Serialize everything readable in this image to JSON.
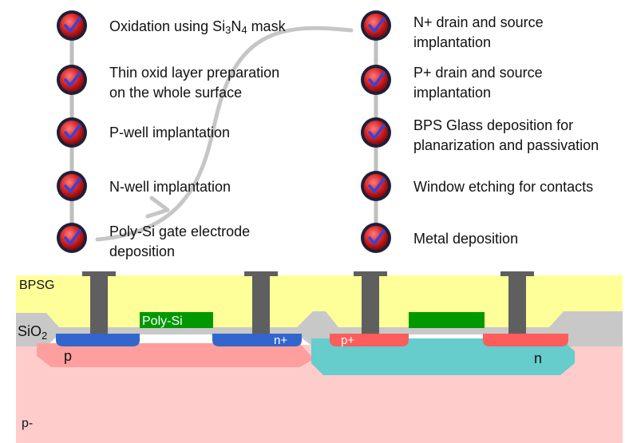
{
  "steps": {
    "left": [
      {
        "parts": [
          {
            "t": "Oxidation using Si"
          },
          {
            "t": "3",
            "sub": true
          },
          {
            "t": "N"
          },
          {
            "t": "4",
            "sub": true
          },
          {
            "t": " mask"
          }
        ]
      },
      {
        "line1": "Thin oxid layer preparation",
        "line2": "on the whole surface"
      },
      {
        "line1": "P-well implantation"
      },
      {
        "line1": "N-well implantation"
      },
      {
        "line1": "Poly-Si gate electrode",
        "line2": "deposition"
      }
    ],
    "right": [
      {
        "line1": "N+ drain and source",
        "line2": "implantation"
      },
      {
        "line1": "P+ drain and source",
        "line2": "implantation"
      },
      {
        "line1": "BPS Glass deposition for",
        "line2": "planarization and passivation"
      },
      {
        "line1": "Window etching for contacts"
      },
      {
        "line1": "Metal deposition"
      }
    ]
  },
  "cross_section": {
    "bpsg": "BPSG",
    "sio2": "SiO",
    "sio2_sub": "2",
    "poly": "Poly-Si",
    "p_well": "p",
    "n_plus": "n+",
    "p_plus": "p+",
    "n_well": "n",
    "substrate": "p-"
  },
  "icons": {
    "check": "checkmark-icon"
  },
  "colors": {
    "bpsg": "#ffff99",
    "sio2": "#c8c8c8",
    "substrate": "#ffcccc",
    "p_well": "#ff9e9e",
    "n_well": "#66cccc",
    "n_plus": "#3366cc",
    "p_plus": "#ff5c5c",
    "poly": "#009900",
    "metal": "#5f5f5f",
    "icon_red": "#d42020",
    "check_blue": "#3344dd"
  }
}
